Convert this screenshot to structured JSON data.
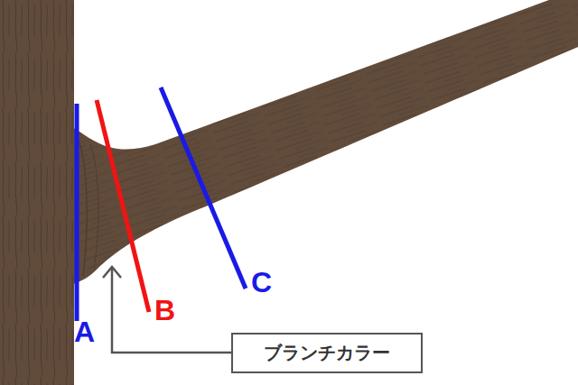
{
  "diagram": {
    "nodes": [
      {
        "text": [
          "ブランチカラー"
        ]
      }
    ],
    "labels": [
      "A",
      "B",
      "C"
    ]
  }
}
